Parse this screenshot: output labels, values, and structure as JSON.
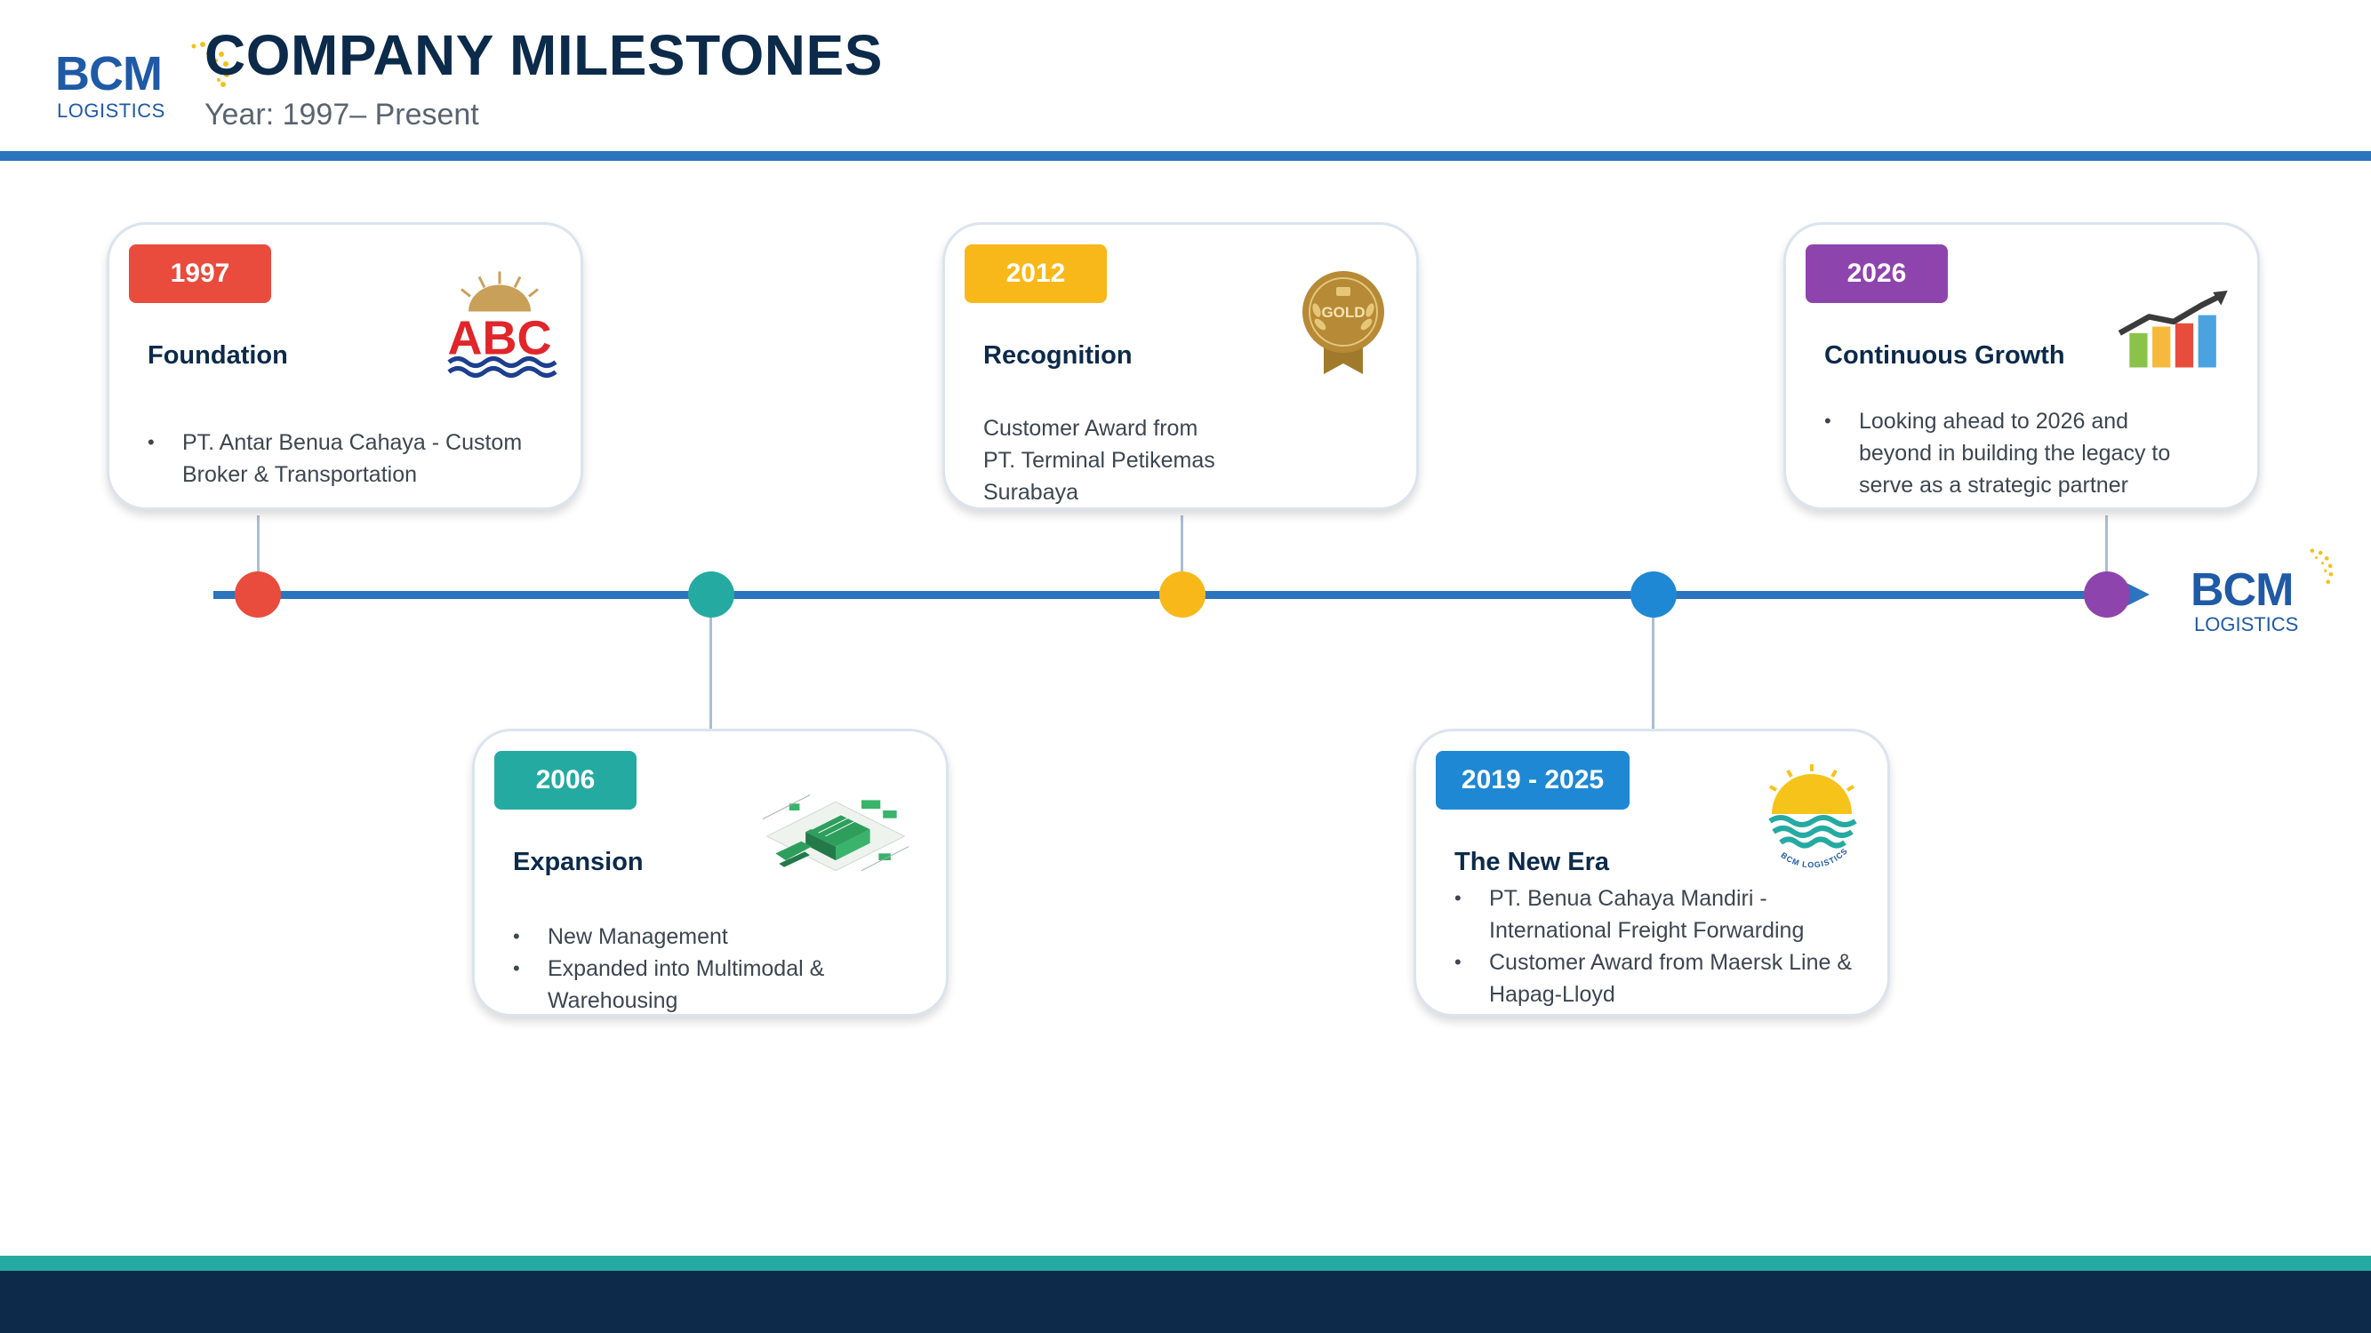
{
  "header": {
    "brand_main": "BCM",
    "brand_sub": "LOGISTICS",
    "title": "COMPANY MILESTONES",
    "subtitle": "Year: 1997– Present"
  },
  "timeline_logo": {
    "main": "BCM",
    "sub": "LOGISTICS"
  },
  "milestones": [
    {
      "year": "1997",
      "title": "Foundation",
      "color": "#e94b3c",
      "icon": "abc-logo-icon",
      "bullets": [
        "PT. Antar Benua Cahaya - Custom Broker & Transportation"
      ],
      "logo_text": "ABC"
    },
    {
      "year": "2006",
      "title": "Expansion",
      "color": "#25aaa2",
      "icon": "warehouse-port-icon",
      "bullets": [
        "New Management",
        "Expanded into Multimodal & Warehousing"
      ]
    },
    {
      "year": "2012",
      "title": "Recognition",
      "color": "#f9b81a",
      "icon": "gold-award-icon",
      "text": "Customer Award from\nPT. Terminal Petikemas\nSurabaya",
      "award_text": "GOLD"
    },
    {
      "year": "2019 - 2025",
      "title": "The New Era",
      "color": "#1e88d4",
      "icon": "sun-sea-logo-icon",
      "bullets": [
        "PT. Benua Cahaya Mandiri - International Freight Forwarding",
        "Customer Award from Maersk Line & Hapag-Lloyd"
      ],
      "logo_text": "BCM LOGISTICS"
    },
    {
      "year": "2026",
      "title": "Continuous Growth",
      "color": "#8e44ad",
      "icon": "growth-chart-icon",
      "bullets": [
        "Looking ahead to 2026 and beyond in building the legacy to serve as a strategic partner"
      ]
    }
  ]
}
